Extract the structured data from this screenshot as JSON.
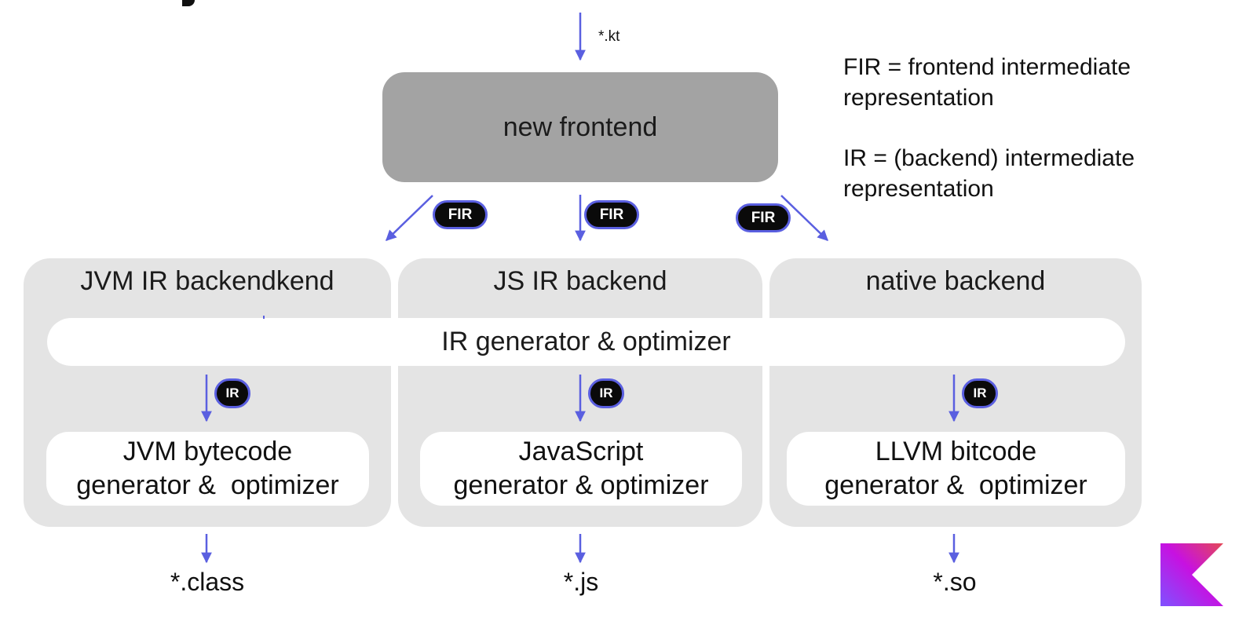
{
  "input": {
    "label": "*.kt"
  },
  "frontend": {
    "label": "new frontend"
  },
  "legend": {
    "fir_line1": "FIR = frontend intermediate",
    "fir_line2": "representation",
    "ir_line1": "IR = (backend) intermediate",
    "ir_line2": "representation"
  },
  "badges": {
    "fir": "FIR",
    "ir": "IR"
  },
  "backends": [
    {
      "title": "JVM IR backendkend",
      "generator_line1": "JVM bytecode",
      "generator_line2": "generator &  optimizer",
      "output": "*.class"
    },
    {
      "title": "JS IR backend",
      "generator_line1": "JavaScript",
      "generator_line2": "generator & optimizer",
      "output": "*.js"
    },
    {
      "title": "native backend",
      "generator_line1": "LLVM bitcode",
      "generator_line2": "generator &  optimizer",
      "output": "*.so"
    }
  ],
  "shared": {
    "ir_generator": "IR generator & optimizer"
  },
  "colors": {
    "arrow": "#5a5fe0",
    "frontend_box": "#a3a3a3",
    "backend_box": "#e4e4e4",
    "badge_bg": "#0a0a0a",
    "logo_gradient": [
      "#e44857",
      "#c711e1",
      "#7f52ff"
    ]
  },
  "icons": {
    "logo": "kotlin-logo-icon"
  }
}
